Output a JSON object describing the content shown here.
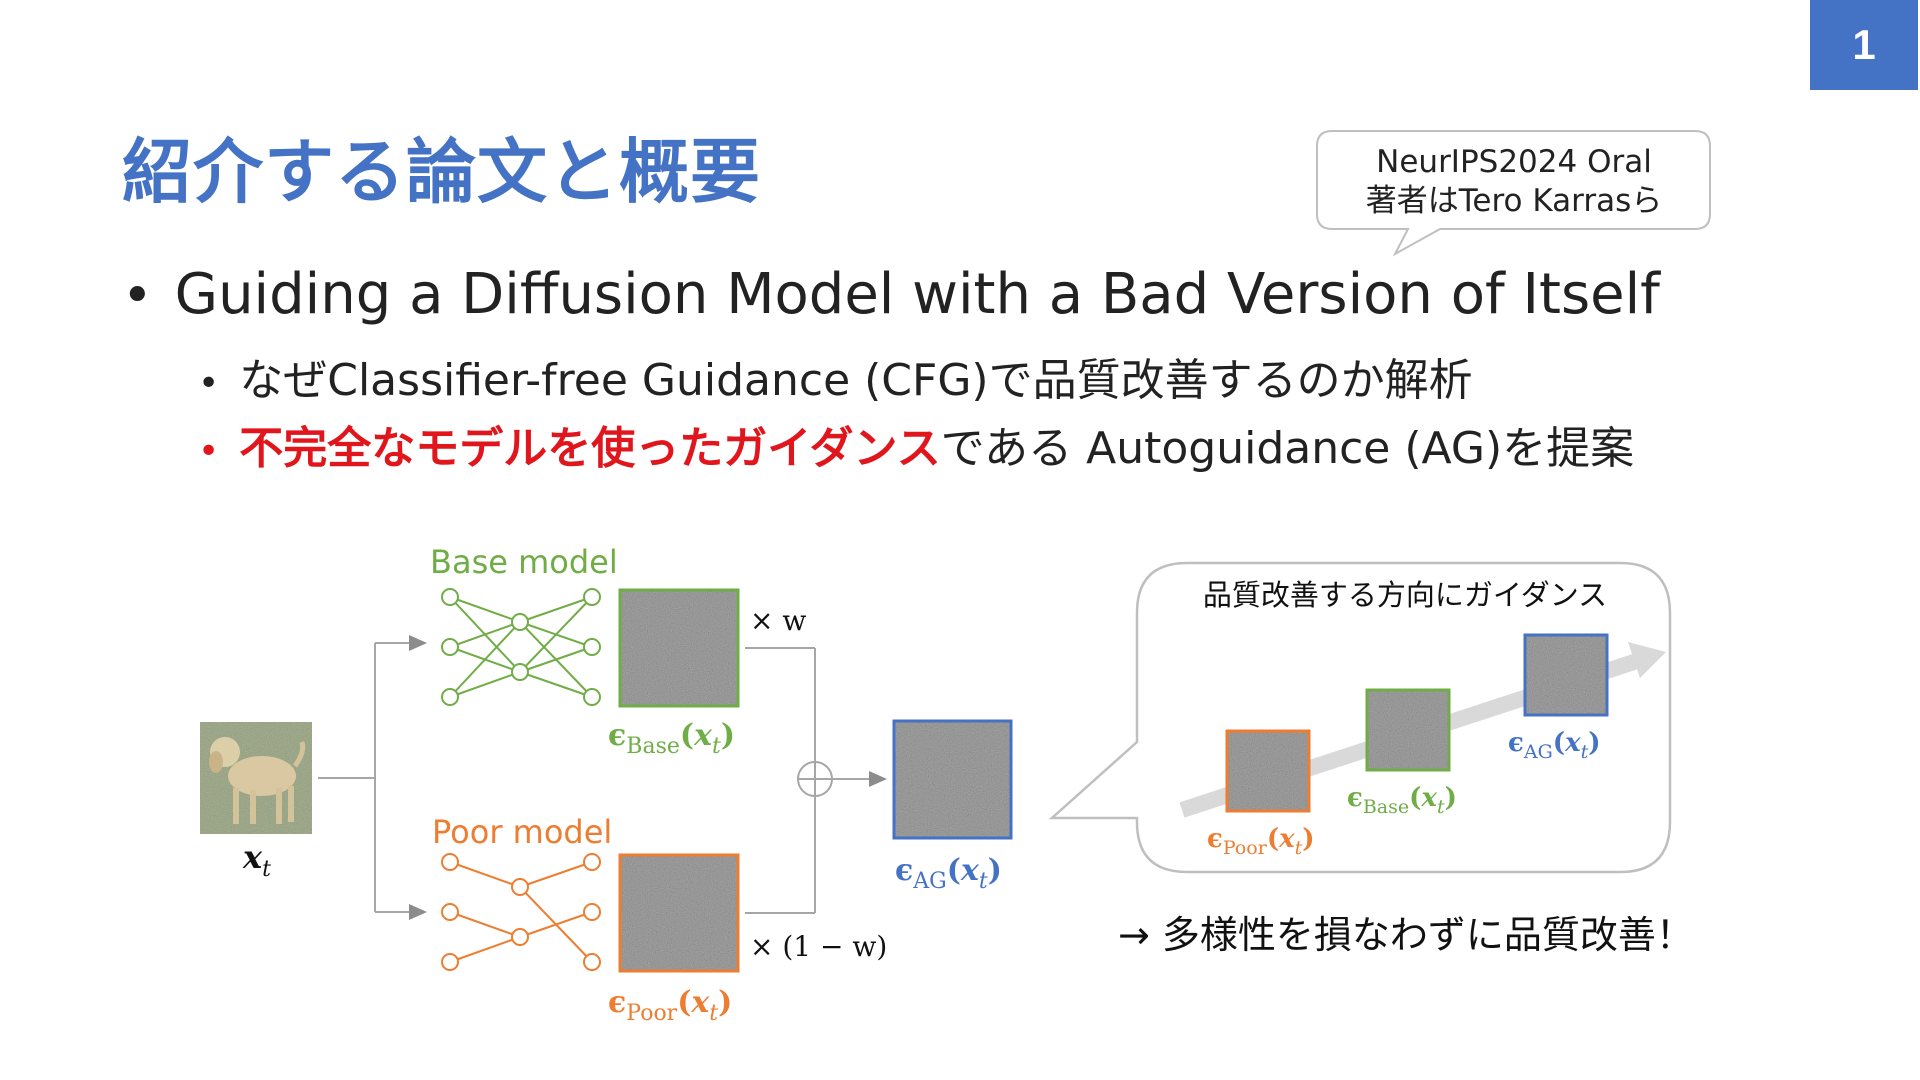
{
  "page_number": "1",
  "title": "紹介する論文と概要",
  "badge": {
    "line1": "NeurIPS2024 Oral",
    "line2": "著者はTero Karrasら"
  },
  "bullets": {
    "main": "Guiding a Diffusion Model with a Bad Version of Itself",
    "sub1": "なぜClassifier-free Guidance (CFG)で品質改善するのか解析",
    "sub2_highlight": "不完全なモデルを使ったガイダンス",
    "sub2_rest": "である Autoguidance (AG)を提案"
  },
  "diagram": {
    "base_model_label": "Base model",
    "poor_model_label": "Poor model",
    "input_label": {
      "var": "x",
      "sub": "t"
    },
    "eps_base": {
      "sym": "ϵ",
      "sub": "Base",
      "arg": "x",
      "argsub": "t"
    },
    "eps_poor": {
      "sym": "ϵ",
      "sub": "Poor",
      "arg": "x",
      "argsub": "t"
    },
    "eps_ag": {
      "sym": "ϵ",
      "sub": "AG",
      "arg": "x",
      "argsub": "t"
    },
    "weight_base": "× w",
    "weight_poor": "× (1 − w)",
    "callout_title": "品質改善する方向にガイダンス",
    "conclusion": "→ 多様性を損なわずに品質改善！",
    "colors": {
      "accent_blue": "#4472c4",
      "base_green": "#70ad47",
      "poor_orange": "#ed7d31",
      "emphasis_red": "#e0161c",
      "arrow_gray": "#a6a6a6"
    }
  }
}
